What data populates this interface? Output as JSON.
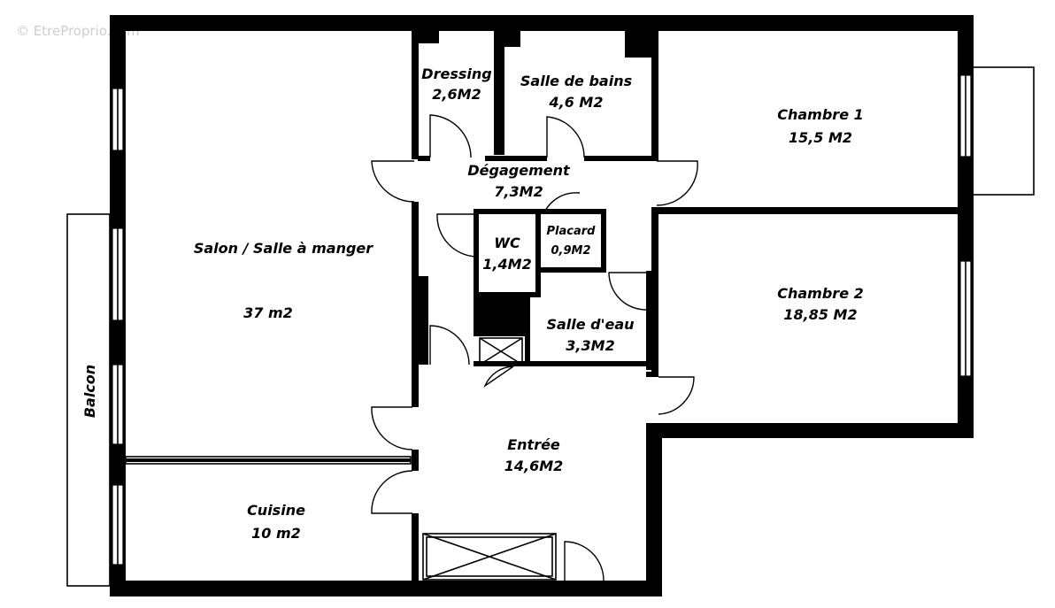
{
  "watermark": "© EtreProprio.com",
  "rooms": {
    "salon": {
      "name": "Salon / Salle à manger",
      "area": "37 m2"
    },
    "cuisine": {
      "name": "Cuisine",
      "area": "10 m2"
    },
    "dressing": {
      "name": "Dressing",
      "area": "2,6M2"
    },
    "salle_bains": {
      "name": "Salle de bains",
      "area": "4,6 M2"
    },
    "chambre1": {
      "name": "Chambre 1",
      "area": "15,5 M2"
    },
    "degagement": {
      "name": "Dégagement",
      "area": "7,3M2"
    },
    "wc": {
      "name": "WC",
      "area": "1,4M2"
    },
    "placard": {
      "name": "Placard",
      "area": "0,9M2"
    },
    "chambre2": {
      "name": "Chambre 2",
      "area": "18,85 M2"
    },
    "salle_eau": {
      "name": "Salle d'eau",
      "area": "3,3M2"
    },
    "entree": {
      "name": "Entrée",
      "area": "14,6M2"
    }
  },
  "balcon": "Balcon"
}
